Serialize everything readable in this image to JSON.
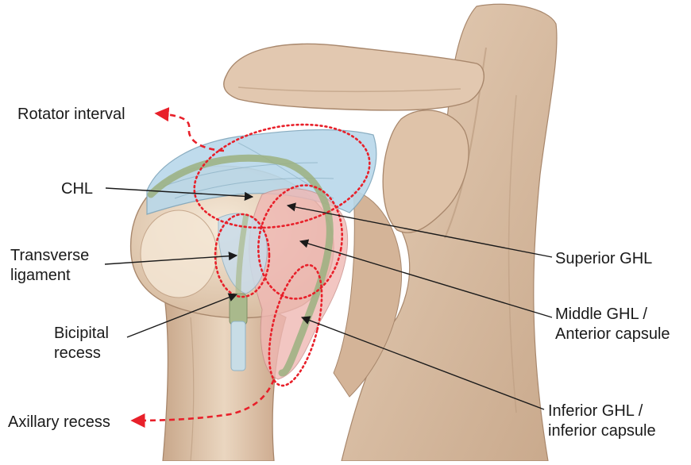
{
  "labels": {
    "rotator_interval": "Rotator interval",
    "chl": "CHL",
    "transverse_ligament": [
      "Transverse",
      "ligament"
    ],
    "bicipital_recess": [
      "Bicipital",
      "recess"
    ],
    "axillary_recess": "Axillary recess",
    "superior_ghl": "Superior GHL",
    "middle_ghl": [
      "Middle GHL /",
      "Anterior capsule"
    ],
    "inferior_ghl": [
      "Inferior GHL /",
      "inferior capsule"
    ]
  },
  "colors": {
    "bone_light": "#ecd9c4",
    "bone_mid": "#d8bda2",
    "bone_shadow": "#b89478",
    "ligament_blue": "#b9d8ea",
    "capsule_pink": "#f0b8b4",
    "ligament_green": "#9bb080",
    "tendon_blue": "#c8dde6",
    "region_outline": "#e8202a",
    "leader_line": "#1a1a1a"
  }
}
